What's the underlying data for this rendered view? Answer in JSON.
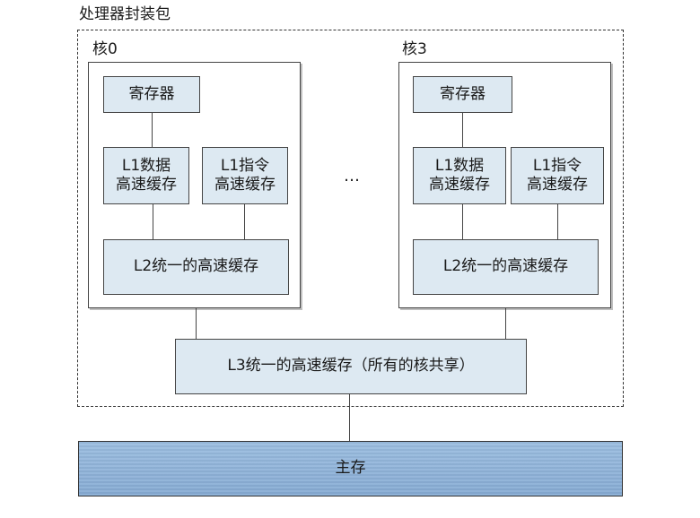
{
  "package": {
    "label": "处理器封装包"
  },
  "cores": [
    {
      "label": "核0",
      "registers": "寄存器",
      "l1d": [
        "L1数据",
        "高速缓存"
      ],
      "l1i": [
        "L1指令",
        "高速缓存"
      ],
      "l2": "L2统一的高速缓存"
    },
    {
      "label": "核3",
      "registers": "寄存器",
      "l1d": [
        "L1数据",
        "高速缓存"
      ],
      "l1i": [
        "L1指令",
        "高速缓存"
      ],
      "l2": "L2统一的高速缓存"
    }
  ],
  "ellipsis": "…",
  "l3": "L3统一的高速缓存（所有的核共享）",
  "main_memory": "主存"
}
